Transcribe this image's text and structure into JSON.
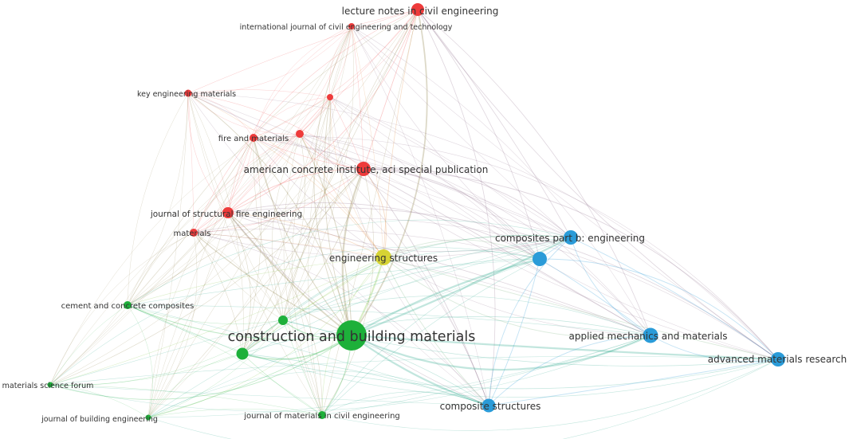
{
  "colors": {
    "red": "#ee3b3b",
    "green": "#1db03a",
    "blue": "#2a9bd8",
    "yellow": "#d6d334"
  },
  "nodes": [
    {
      "id": "lncie",
      "label": "lecture notes in civil engineering",
      "cluster": "red",
      "weight": 3
    },
    {
      "id": "ijciet",
      "label": "international journal of civil engineering and technology",
      "cluster": "red",
      "weight": 1
    },
    {
      "id": "kem",
      "label": "key engineering materials",
      "cluster": "red",
      "weight": 1
    },
    {
      "id": "red_a",
      "label": "",
      "cluster": "red",
      "weight": 1
    },
    {
      "id": "fam",
      "label": "fire and materials",
      "cluster": "red",
      "weight": 1.5
    },
    {
      "id": "red_b",
      "label": "",
      "cluster": "red",
      "weight": 1.5
    },
    {
      "id": "aci",
      "label": "american concrete institute, aci special publication",
      "cluster": "red",
      "weight": 4
    },
    {
      "id": "jsfe",
      "label": "journal of structural fire engineering",
      "cluster": "red",
      "weight": 3
    },
    {
      "id": "mat",
      "label": "materials",
      "cluster": "red",
      "weight": 1.5
    },
    {
      "id": "es",
      "label": "engineering structures",
      "cluster": "yellow",
      "weight": 4
    },
    {
      "id": "cpb",
      "label": "composites part b: engineering",
      "cluster": "blue",
      "weight": 4
    },
    {
      "id": "blue_a",
      "label": "",
      "cluster": "blue",
      "weight": 4
    },
    {
      "id": "ccc",
      "label": "cement and concrete composites",
      "cluster": "green",
      "weight": 1.5
    },
    {
      "id": "green_a",
      "label": "",
      "cluster": "green",
      "weight": 2
    },
    {
      "id": "cbm",
      "label": "construction and building materials",
      "cluster": "green",
      "weight": 14
    },
    {
      "id": "green_b",
      "label": "",
      "cluster": "green",
      "weight": 2.5
    },
    {
      "id": "amm",
      "label": "applied mechanics and materials",
      "cluster": "blue",
      "weight": 4
    },
    {
      "id": "amr",
      "label": "advanced materials research",
      "cluster": "blue",
      "weight": 4
    },
    {
      "id": "msf",
      "label": "materials science forum",
      "cluster": "green",
      "weight": 1
    },
    {
      "id": "jbe",
      "label": "journal of building engineering",
      "cluster": "green",
      "weight": 1
    },
    {
      "id": "jmce",
      "label": "journal of materials in civil engineering",
      "cluster": "green",
      "weight": 1.5
    },
    {
      "id": "cs",
      "label": "composite structures",
      "cluster": "blue",
      "weight": 4
    }
  ]
}
